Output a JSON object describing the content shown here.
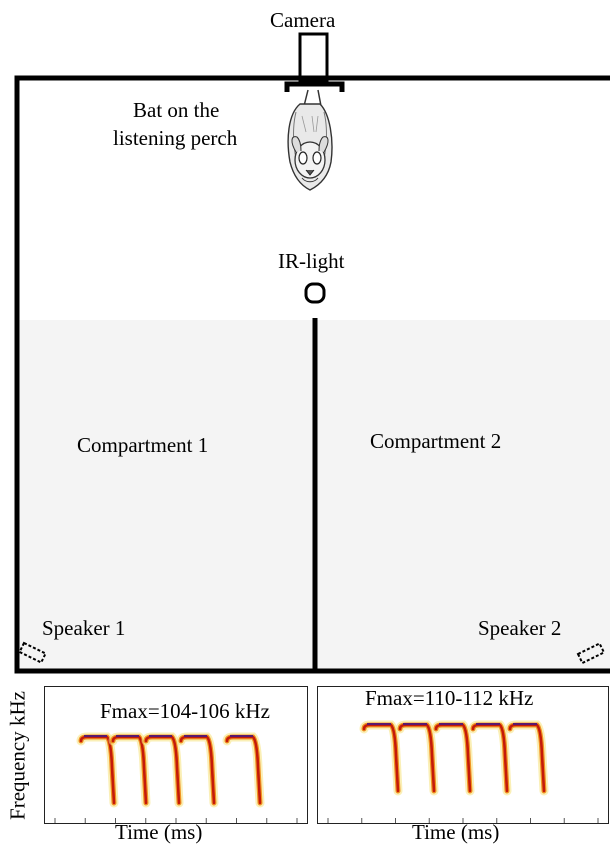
{
  "camera": {
    "label": "Camera"
  },
  "bat": {
    "label_line1": "Bat on the",
    "label_line2": "listening perch"
  },
  "ir_light": {
    "label": "IR-light"
  },
  "compartments": [
    {
      "label": "Compartment 1"
    },
    {
      "label": "Compartment 2"
    }
  ],
  "speakers": [
    {
      "label": "Speaker 1"
    },
    {
      "label": "Speaker 2"
    }
  ],
  "spectrograms": [
    {
      "fmax_label": "Fmax=104-106 kHz",
      "x_label": "Time (ms)"
    },
    {
      "fmax_label": "Fmax=110-112 kHz",
      "x_label": "Time (ms)"
    }
  ],
  "y_label": "Frequency kHz",
  "colors": {
    "wall": "#000000",
    "compartment_fill": "#f4f4f4",
    "call_core": "#c41a0a",
    "call_mid": "#f08a12",
    "call_halo": "#f6e27a",
    "call_top": "#5a1a6e"
  }
}
